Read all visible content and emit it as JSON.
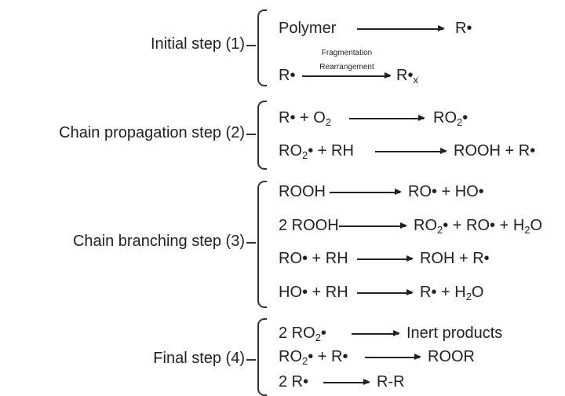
{
  "steps": [
    {
      "label": "Initial step (1)"
    },
    {
      "label": "Chain propagation step (2)"
    },
    {
      "label": "Chain branching step (3)"
    },
    {
      "label": "Final step (4)"
    }
  ],
  "reactions": {
    "r1a": {
      "left": "Polymer",
      "right": "R•"
    },
    "r1b": {
      "left": "R•",
      "right_main": "R•",
      "right_sub": "x",
      "above": "Fragmentation",
      "below": "Rearrangement"
    },
    "r2a": {
      "left": "R• + O",
      "left_sub": "2",
      "right": "RO",
      "right_sub": "2",
      "right_tail": "•"
    },
    "r2b": {
      "left": "RO",
      "left_sub": "2",
      "left_tail": "• + RH",
      "right": "ROOH + R•"
    },
    "r3a": {
      "left": "ROOH",
      "right": "RO• + HO•"
    },
    "r3b": {
      "left": "2 ROOH",
      "right": "RO",
      "right_sub": "2",
      "right_tail": "• + RO• + H",
      "right_sub2": "2",
      "right_end": "O"
    },
    "r3c": {
      "left": "RO• + RH",
      "right": "ROH + R•"
    },
    "r3d": {
      "left": "HO• + RH",
      "right": "R• + H",
      "right_sub": "2",
      "right_tail": "O"
    },
    "r4a": {
      "left": "2 RO",
      "left_sub": "2",
      "left_tail": "•",
      "right": "Inert products"
    },
    "r4b": {
      "left": "RO",
      "left_sub": "2",
      "left_tail": "• + R•",
      "right": "ROOR"
    },
    "r4c": {
      "left": "2 R•",
      "right": "R-R"
    }
  }
}
